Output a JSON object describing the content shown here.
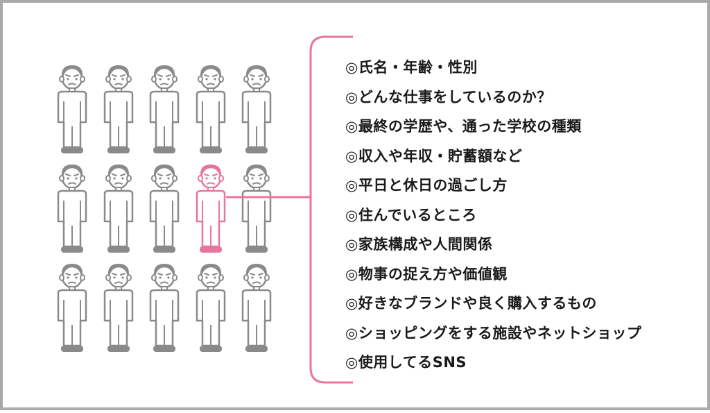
{
  "colors": {
    "person_gray": "#8a8a8a",
    "person_face": "#ffffff",
    "highlight": "#e8769a",
    "text": "#1a1a1a",
    "frame": "#a9a9a9"
  },
  "people_grid": {
    "rows": 3,
    "columns": 5,
    "highlighted": {
      "row": 2,
      "column": 4
    }
  },
  "attributes": [
    "◎氏名・年齢・性別",
    "◎どんな仕事をしているのか？",
    "◎最終の学歴や、通った学校の種類",
    "◎収入や年収・貯蓄額など",
    "◎平日と休日の過ごし方",
    "◎住んでいるところ",
    "◎家族構成や人間関係",
    "◎物事の捉え方や価値観",
    "◎好きなブランドや良く購入するもの",
    "◎ショッピングをする施設やネットショップ",
    "◎使用してるSNS"
  ]
}
